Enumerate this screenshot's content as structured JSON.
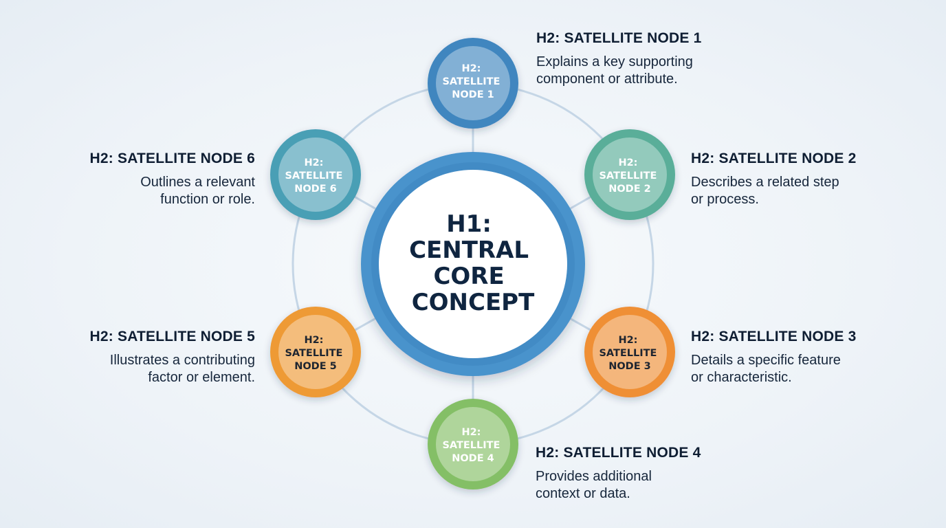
{
  "core": {
    "lines": [
      "H1:",
      "CENTRAL",
      "CORE",
      "CONCEPT"
    ]
  },
  "nodes": [
    {
      "id": 1,
      "lines": [
        "H2:",
        "SATELLITE",
        "NODE 1"
      ],
      "title": "H2: SATELLITE NODE 1",
      "desc": [
        "Explains a key supporting",
        "component or attribute."
      ],
      "color": "#3f86bf"
    },
    {
      "id": 2,
      "lines": [
        "H2:",
        "SATELLITE",
        "NODE 2"
      ],
      "title": "H2: SATELLITE NODE 2",
      "desc": [
        "Describes a related step",
        "or process."
      ],
      "color": "#5aae99"
    },
    {
      "id": 3,
      "lines": [
        "H2:",
        "SATELLITE",
        "NODE 3"
      ],
      "title": "H2: SATELLITE NODE 3",
      "desc": [
        "Details a specific feature",
        "or characteristic."
      ],
      "color": "#ef8f35"
    },
    {
      "id": 4,
      "lines": [
        "H2:",
        "SATELLITE",
        "NODE 4"
      ],
      "title": "H2: SATELLITE NODE 4",
      "desc": [
        "Provides additional",
        "context or data."
      ],
      "color": "#84bf66"
    },
    {
      "id": 5,
      "lines": [
        "H2:",
        "SATELLITE",
        "NODE 5"
      ],
      "title": "H2: SATELLITE NODE 5",
      "desc": [
        "Illustrates a contributing",
        "factor or element."
      ],
      "color": "#ee9a35"
    },
    {
      "id": 6,
      "lines": [
        "H2:",
        "SATELLITE",
        "NODE 6"
      ],
      "title": "H2: SATELLITE NODE 6",
      "desc": [
        "Outlines a relevant",
        "function or role."
      ],
      "color": "#4a9fb5"
    }
  ],
  "colors": {
    "ring_line": "#c5d6e6",
    "core_ring": "#3f8bc7",
    "core_fill": "#ffffff",
    "text_dark": "#0f1e33"
  }
}
